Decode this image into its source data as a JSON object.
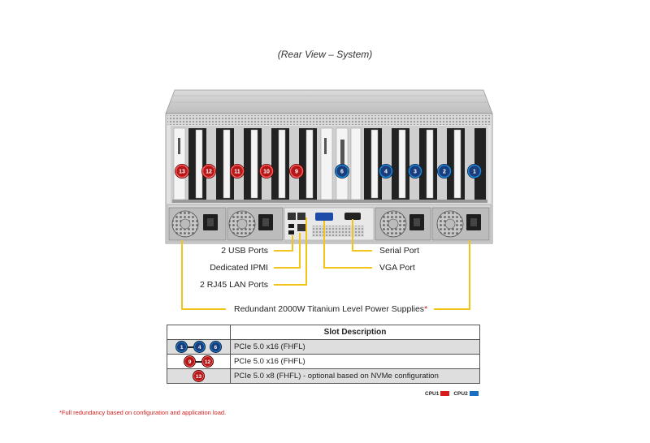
{
  "title": "(Rear View – System)",
  "callouts": {
    "usb": "2 USB Ports",
    "ipmi": "Dedicated IPMI",
    "lan": "2 RJ45 LAN Ports",
    "serial": "Serial Port",
    "vga": "VGA Port",
    "psu": "Redundant 2000W Titanium Level Power Supplies",
    "psu_mark": "*"
  },
  "slot_badges": [
    {
      "label": "13",
      "cpu": "CPU1"
    },
    {
      "label": "12",
      "cpu": "CPU1"
    },
    {
      "label": "11",
      "cpu": "CPU1"
    },
    {
      "label": "10",
      "cpu": "CPU1"
    },
    {
      "label": "9",
      "cpu": "CPU1"
    },
    {
      "label": "6",
      "cpu": "CPU2"
    },
    {
      "label": "4",
      "cpu": "CPU2"
    },
    {
      "label": "3",
      "cpu": "CPU2"
    },
    {
      "label": "2",
      "cpu": "CPU2"
    },
    {
      "label": "1",
      "cpu": "CPU2"
    }
  ],
  "table": {
    "header": "Slot Description",
    "rows": [
      {
        "badges": [
          "1",
          "4",
          "6"
        ],
        "description": "PCIe 5.0 x16 (FHFL)"
      },
      {
        "badges": [
          "9",
          "12"
        ],
        "description": "PCIe 5.0 x16 (FHFL)"
      },
      {
        "badges": [
          "13"
        ],
        "description": "PCIe 5.0 x8 (FHFL) - optional based on NVMe configuration"
      }
    ]
  },
  "legend": [
    {
      "label": "CPU1",
      "color": "#d91c1c"
    },
    {
      "label": "CPU2",
      "color": "#1a6fc4"
    }
  ],
  "footnote": "*Full redundancy based on configuration and application load.",
  "colors": {
    "callout_line": "#f2c318",
    "cpu1": "#b51818",
    "cpu2": "#1a3e7c"
  }
}
